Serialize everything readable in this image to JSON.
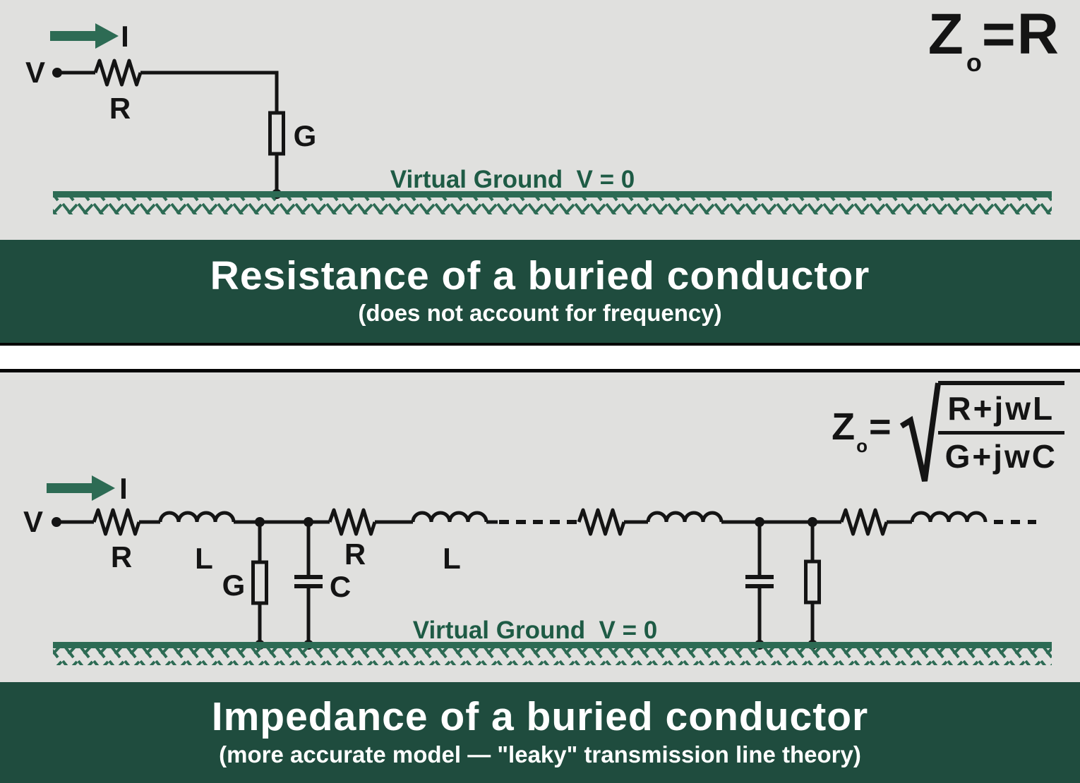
{
  "colors": {
    "background": "#e0e0de",
    "banner_green": "#1f4c3e",
    "ground_green": "#2d6b54",
    "virtual_ground_text_green": "#1e5b45",
    "circuit_black": "#141414",
    "banner_text": "#ffffff",
    "separator_white": "#ffffff",
    "separator_black": "#050505"
  },
  "section_resistance": {
    "formula": {
      "z": "Z",
      "sub": "o",
      "eq": "=",
      "result": "R"
    },
    "labels": {
      "current": "I",
      "voltage": "V",
      "resistance": "R",
      "conductance": "G"
    },
    "virtual_ground": "Virtual Ground  V = 0",
    "banner": {
      "title": "Resistance of a buried conductor",
      "subtitle": "(does not account for frequency)"
    }
  },
  "section_impedance": {
    "formula": {
      "z": "Z",
      "sub": "o",
      "eq": "=",
      "numerator": "R+jwL",
      "denominator": "G+jwC"
    },
    "labels": {
      "current": "I",
      "voltage": "V",
      "resistance": "R",
      "inductance": "L",
      "conductance": "G",
      "capacitance": "C",
      "resistance2": "R",
      "inductance2": "L"
    },
    "virtual_ground": "Virtual Ground  V = 0",
    "banner": {
      "title": "Impedance of a buried conductor",
      "subtitle": "(more accurate model — \"leaky\" transmission line theory)"
    }
  }
}
